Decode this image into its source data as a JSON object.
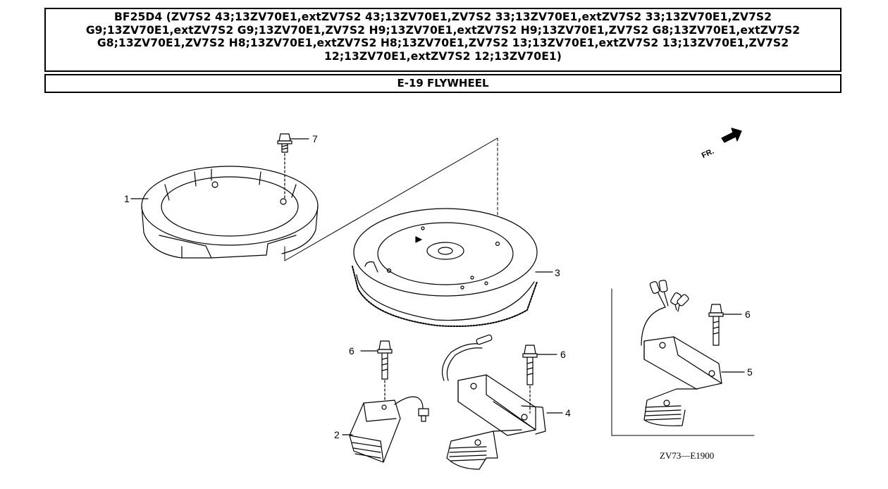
{
  "header": {
    "model_title": "BF25D4 (ZV7S2 43;13ZV70E1,extZV7S2 43;13ZV70E1,ZV7S2 33;13ZV70E1,extZV7S2 33;13ZV70E1,ZV7S2 G9;13ZV70E1,extZV7S2 G9;13ZV70E1,ZV7S2 H9;13ZV70E1,extZV7S2 H9;13ZV70E1,ZV7S2 G8;13ZV70E1,extZV7S2 G8;13ZV70E1,ZV7S2 H8;13ZV70E1,extZV7S2 H8;13ZV70E1,ZV7S2 13;13ZV70E1,extZV7S2 13;13ZV70E1,ZV7S2 12;13ZV70E1,extZV7S2 12;13ZV70E1)",
    "section_title": "E-19 FLYWHEEL"
  },
  "diagram": {
    "direction_marker": "FR.",
    "drawing_code": "ZV73—E1900",
    "callouts": {
      "ring": "1",
      "pulser_coil": "2",
      "flywheel": "3",
      "charge_coil": "4",
      "lighting_coil": "5",
      "bolt_upper_right": "6",
      "bolt_left": "6",
      "bolt_center": "6",
      "flywheel_bolt": "7"
    }
  }
}
